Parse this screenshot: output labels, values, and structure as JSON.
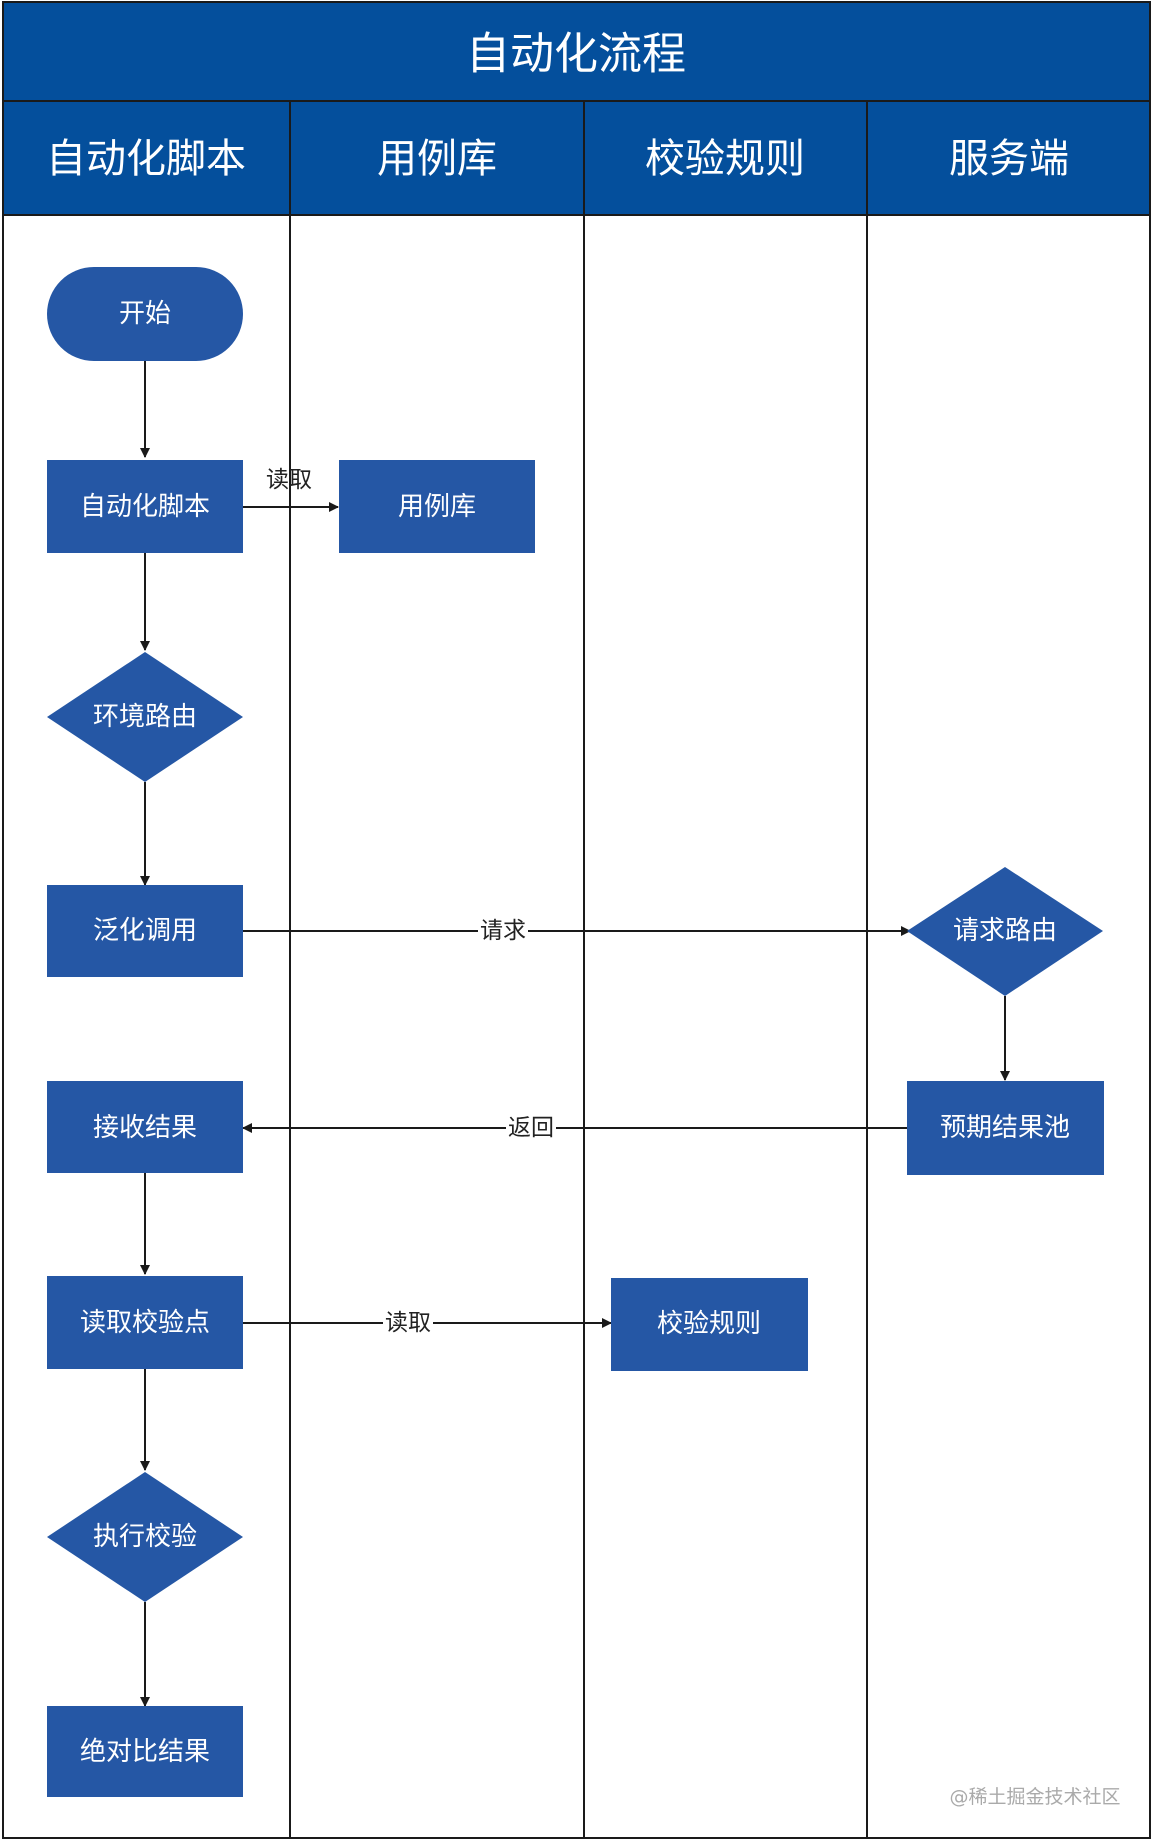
{
  "title": "自动化流程",
  "colors": {
    "header": "#044f9c",
    "node": "#2557a5",
    "border": "#1a1a1a",
    "arrow": "#1a1a1a"
  },
  "lanes": [
    {
      "id": "script",
      "label": "自动化脚本"
    },
    {
      "id": "cases",
      "label": "用例库"
    },
    {
      "id": "rules",
      "label": "校验规则"
    },
    {
      "id": "server",
      "label": "服务端"
    }
  ],
  "nodes": [
    {
      "id": "start",
      "label": "开始",
      "shape": "terminator"
    },
    {
      "id": "script",
      "label": "自动化脚本",
      "shape": "process"
    },
    {
      "id": "caselib",
      "label": "用例库",
      "shape": "process"
    },
    {
      "id": "env_route",
      "label": "环境路由",
      "shape": "decision"
    },
    {
      "id": "generic_call",
      "label": "泛化调用",
      "shape": "process"
    },
    {
      "id": "req_route",
      "label": "请求路由",
      "shape": "decision"
    },
    {
      "id": "recv_result",
      "label": "接收结果",
      "shape": "process"
    },
    {
      "id": "expected_pool",
      "label": "预期结果池",
      "shape": "process"
    },
    {
      "id": "read_checkpoint",
      "label": "读取校验点",
      "shape": "process"
    },
    {
      "id": "check_rules",
      "label": "校验规则",
      "shape": "process"
    },
    {
      "id": "exec_check",
      "label": "执行校验",
      "shape": "decision"
    },
    {
      "id": "compare",
      "label": "绝对比结果",
      "shape": "process"
    }
  ],
  "edges": [
    {
      "from": "start",
      "to": "script",
      "label": ""
    },
    {
      "from": "script",
      "to": "caselib",
      "label": "读取"
    },
    {
      "from": "script",
      "to": "env_route",
      "label": ""
    },
    {
      "from": "env_route",
      "to": "generic_call",
      "label": ""
    },
    {
      "from": "generic_call",
      "to": "req_route",
      "label": "请求"
    },
    {
      "from": "req_route",
      "to": "expected_pool",
      "label": ""
    },
    {
      "from": "expected_pool",
      "to": "recv_result",
      "label": "返回"
    },
    {
      "from": "recv_result",
      "to": "read_checkpoint",
      "label": ""
    },
    {
      "from": "read_checkpoint",
      "to": "check_rules",
      "label": "读取"
    },
    {
      "from": "read_checkpoint",
      "to": "exec_check",
      "label": ""
    },
    {
      "from": "exec_check",
      "to": "compare",
      "label": ""
    }
  ],
  "watermark": "@稀土掘金技术社区"
}
